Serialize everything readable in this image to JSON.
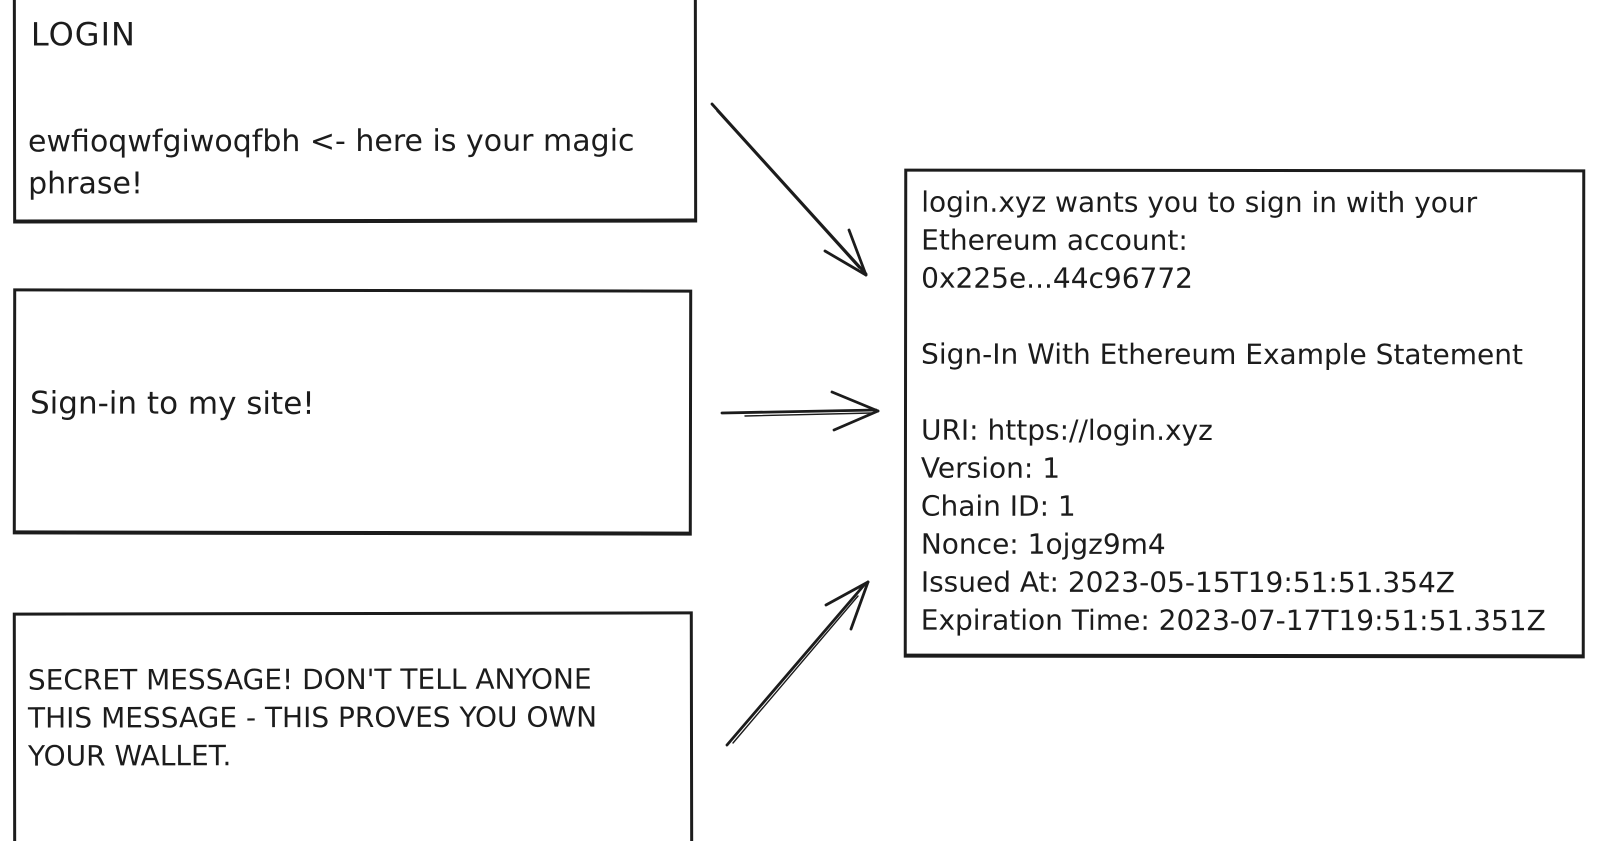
{
  "colors": {
    "background": "#ffffff",
    "ink": "#1c1c1c"
  },
  "login_box": {
    "heading": "LOGIN",
    "magic_line1": "ewfioqwfgiwoqfbh <- here is your magic",
    "magic_line2": "phrase!"
  },
  "signin_box": {
    "text": "Sign-in to my site!"
  },
  "secret_box": {
    "line1": "SECRET MESSAGE! DON'T TELL ANYONE",
    "line2": "THIS MESSAGE - THIS PROVES YOU OWN",
    "line3": "YOUR WALLET."
  },
  "siwe_box": {
    "line1": "login.xyz wants you to sign in with your",
    "line2": "Ethereum account:",
    "line3": "0x225e...44c96772",
    "statement": "Sign-In With Ethereum Example Statement",
    "uri": "URI: https://login.xyz",
    "version": "Version: 1",
    "chain_id": "Chain ID: 1",
    "nonce": "Nonce: 1ojgz9m4",
    "issued_at": "Issued At: 2023-05-15T19:51:51.354Z",
    "expiration_time": "Expiration Time: 2023-07-17T19:51:51.351Z"
  }
}
